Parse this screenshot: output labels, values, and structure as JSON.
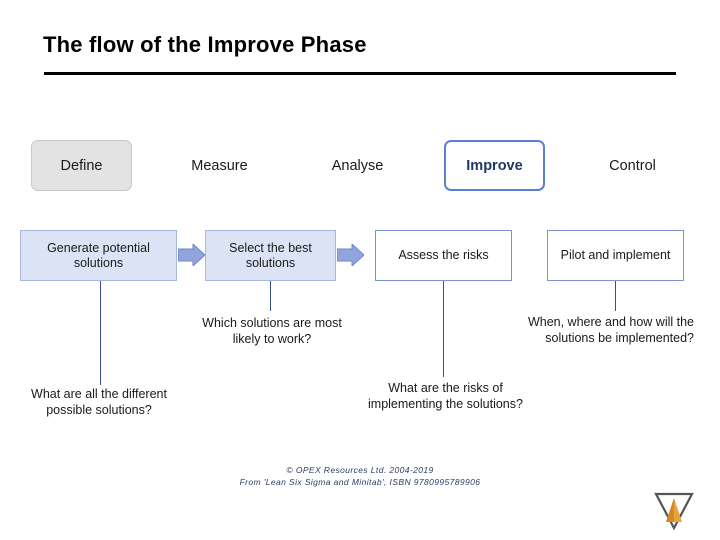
{
  "slide": {
    "title": "The flow of the Improve Phase",
    "phases": [
      {
        "label": "Define",
        "style": "grey"
      },
      {
        "label": "Measure",
        "style": "plain"
      },
      {
        "label": "Analyse",
        "style": "plain"
      },
      {
        "label": "Improve",
        "style": "highlight"
      },
      {
        "label": "Control",
        "style": "plain"
      }
    ],
    "steps": [
      {
        "label": "Generate potential solutions",
        "style": "filled"
      },
      {
        "label": "Select the best solutions",
        "style": "filled"
      },
      {
        "label": "Assess the risks",
        "style": "outline"
      },
      {
        "label": "Pilot and implement",
        "style": "outline"
      }
    ],
    "arrows": [
      {
        "name": "arrow-generate-to-select"
      },
      {
        "name": "arrow-select-to-assess"
      }
    ],
    "captions": [
      {
        "key": "solutions",
        "text": "What are all the different possible solutions?"
      },
      {
        "key": "which",
        "text": "Which solutions are most likely to work?"
      },
      {
        "key": "risks",
        "text": "What are the risks of implementing the solutions?"
      },
      {
        "key": "when",
        "text": "When, where and how will the solutions be implemented?"
      }
    ],
    "footer": {
      "line1": "© OPEX Resources Ltd. 2004-2019",
      "line2": "From 'Lean Six Sigma and Minitab', ISBN 9780995789906"
    },
    "colors": {
      "highlight_border": "#5b7fd4",
      "step_fill": "#dbe3f4",
      "connector": "#3a4f8f",
      "phase_grey": "#e3e3e3"
    }
  }
}
